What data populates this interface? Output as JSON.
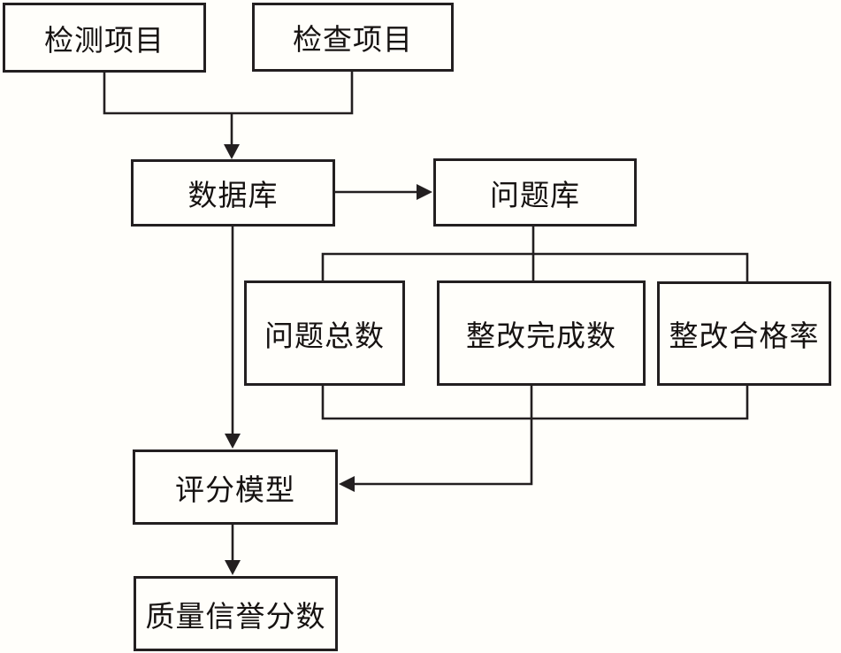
{
  "diagram": {
    "type": "flowchart",
    "background_color": "#fffefa",
    "line_color": "#231f20",
    "nodes": {
      "detect": {
        "label": "检测项目"
      },
      "inspect": {
        "label": "检查项目"
      },
      "database": {
        "label": "数据库"
      },
      "problemdb": {
        "label": "问题库"
      },
      "total": {
        "label": "问题总数"
      },
      "completed": {
        "label": "整改完成数"
      },
      "passrate": {
        "label": "整改合格率"
      },
      "model": {
        "label": "评分模型"
      },
      "score": {
        "label": "质量信誉分数"
      }
    },
    "edges": [
      {
        "from": "detect",
        "to": "database",
        "style": "merge-arrow"
      },
      {
        "from": "inspect",
        "to": "database",
        "style": "merge-arrow"
      },
      {
        "from": "database",
        "to": "problemdb",
        "style": "arrow-right"
      },
      {
        "from": "problemdb",
        "to": "total",
        "style": "branch-line"
      },
      {
        "from": "problemdb",
        "to": "completed",
        "style": "branch-line"
      },
      {
        "from": "problemdb",
        "to": "passrate",
        "style": "branch-line"
      },
      {
        "from": "total",
        "to": "model",
        "style": "collect-arrow"
      },
      {
        "from": "completed",
        "to": "model",
        "style": "collect-arrow"
      },
      {
        "from": "passrate",
        "to": "model",
        "style": "collect-arrow"
      },
      {
        "from": "database",
        "to": "model",
        "style": "arrow-down"
      },
      {
        "from": "model",
        "to": "score",
        "style": "arrow-down"
      }
    ]
  }
}
